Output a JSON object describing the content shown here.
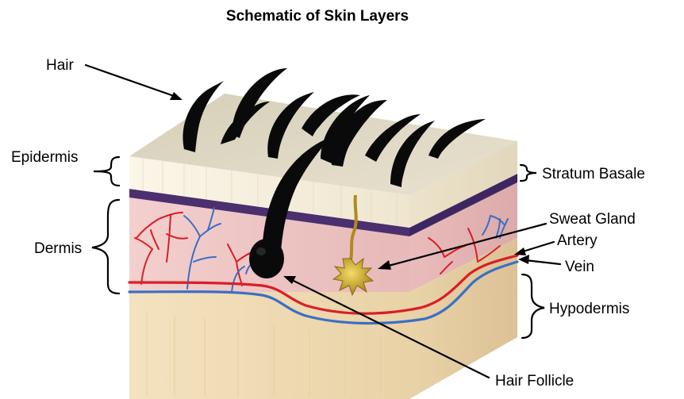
{
  "title": "Schematic of Skin Layers",
  "labels": {
    "hair": "Hair",
    "epidermis": "Epidermis",
    "dermis": "Dermis",
    "stratum_basale": "Stratum Basale",
    "sweat_gland": "Sweat Gland",
    "artery": "Artery",
    "vein": "Vein",
    "hypodermis": "Hypodermis",
    "hair_follicle": "Hair Follicle"
  },
  "colors": {
    "epidermis_top": "#dcd5c2",
    "epidermis_front": "#f3ecd8",
    "stratum_basale": "#4b2f6e",
    "dermis": "#ecc3c4",
    "hypodermis": "#ecd7b0",
    "hair": "#0a0a0a",
    "artery": "#d81f26",
    "vein": "#3a6fc4",
    "sweat_gland": "#c9a227"
  }
}
